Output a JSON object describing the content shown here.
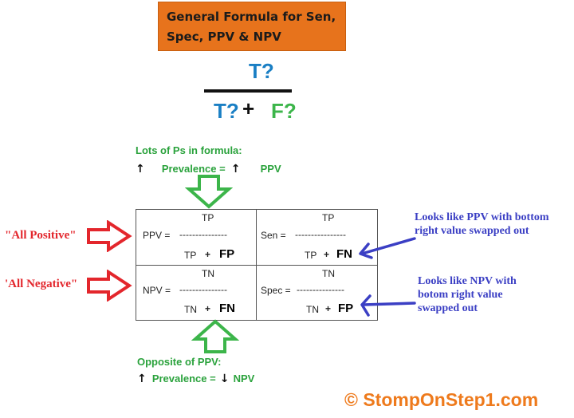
{
  "title": {
    "line1": "General Formula for Sen,",
    "line2": "Spec, PPV & NPV"
  },
  "general_formula": {
    "numerator": "T?",
    "denominator_left": "T?",
    "plus": "+",
    "denominator_right": "F?"
  },
  "top_note": {
    "line1": "Lots of Ps in formula:",
    "up_arrow": "↑",
    "prevalence": "Prevalence =",
    "up_arrow2": "↑",
    "ppv": "PPV"
  },
  "bottom_note": {
    "line1": "Opposite of PPV:",
    "up_arrow": "↑",
    "prevalence": "Prevalence =",
    "down_arrow": "↓",
    "npv": "NPV"
  },
  "side_labels": {
    "all_positive": "\"All Positive\"",
    "all_negative": "'All Negative\""
  },
  "cells": {
    "ppv": {
      "numerator": "TP",
      "name": "PPV =",
      "dashes": "---------------",
      "den_a": "TP",
      "plus": "+",
      "den_b": "FP"
    },
    "sen": {
      "numerator": "TP",
      "name": "Sen =",
      "dashes": "----------------",
      "den_a": "TP",
      "plus": "+",
      "den_b": "FN"
    },
    "npv": {
      "numerator": "TN",
      "name": "NPV =",
      "dashes": "---------------",
      "den_a": "TN",
      "plus": "+",
      "den_b": "FN"
    },
    "spec": {
      "numerator": "TN",
      "name": "Spec =",
      "dashes": "---------------",
      "den_a": "TN",
      "plus": "+",
      "den_b": "FP"
    }
  },
  "right_notes": {
    "sen_note": [
      "Looks like PPV with bottom",
      "right value swapped out"
    ],
    "spec_note": [
      "Looks like NPV with",
      "botom right value",
      "swapped out"
    ]
  },
  "credit": "© StompOnStep1.com",
  "colors": {
    "title_bg": "#e7731c",
    "blue_T": "#1a7fc4",
    "green_F": "#3cb54a",
    "green_arrow": "#3cb54a",
    "red_arrow": "#e3262c",
    "blue_arrow": "#3b3fc4",
    "credit": "#ee7a1c"
  }
}
